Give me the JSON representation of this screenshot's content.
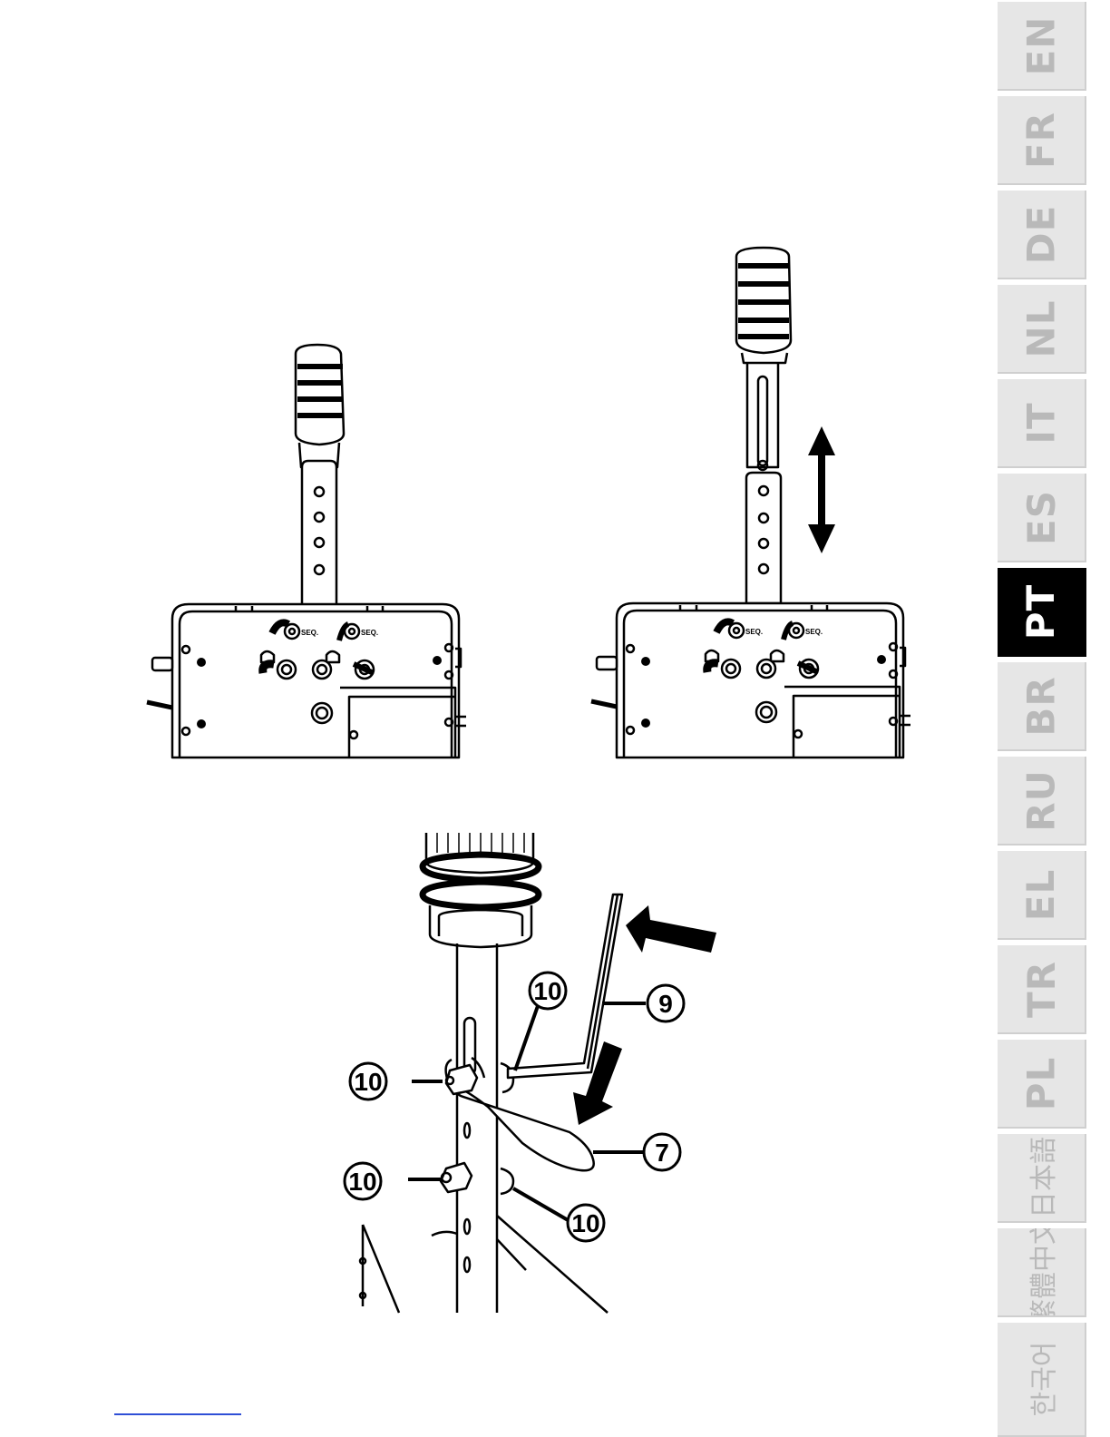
{
  "languages": [
    {
      "code": "EN",
      "active": false
    },
    {
      "code": "FR",
      "active": false
    },
    {
      "code": "DE",
      "active": false
    },
    {
      "code": "NL",
      "active": false
    },
    {
      "code": "IT",
      "active": false
    },
    {
      "code": "ES",
      "active": false
    },
    {
      "code": "PT",
      "active": true
    },
    {
      "code": "BR",
      "active": false
    },
    {
      "code": "RU",
      "active": false
    },
    {
      "code": "EL",
      "active": false
    },
    {
      "code": "TR",
      "active": false
    },
    {
      "code": "PL",
      "active": false
    },
    {
      "code": "日本語",
      "active": false
    },
    {
      "code": "繁體中文",
      "active": false
    },
    {
      "code": "한국어",
      "active": false
    }
  ],
  "figures": {
    "seq_label": "SEQ.",
    "callouts": {
      "nut_upper_right": "10",
      "hex_key": "9",
      "nut_upper_left": "10",
      "wrench": "7",
      "nut_lower_left": "10",
      "nut_lower_right": "10"
    }
  },
  "colors": {
    "tab_inactive_bg": "#e6e6e6",
    "tab_inactive_text": "#b9b9b9",
    "tab_active_bg": "#000000",
    "tab_active_text": "#ffffff",
    "footer_line": "#2f4fd6"
  }
}
